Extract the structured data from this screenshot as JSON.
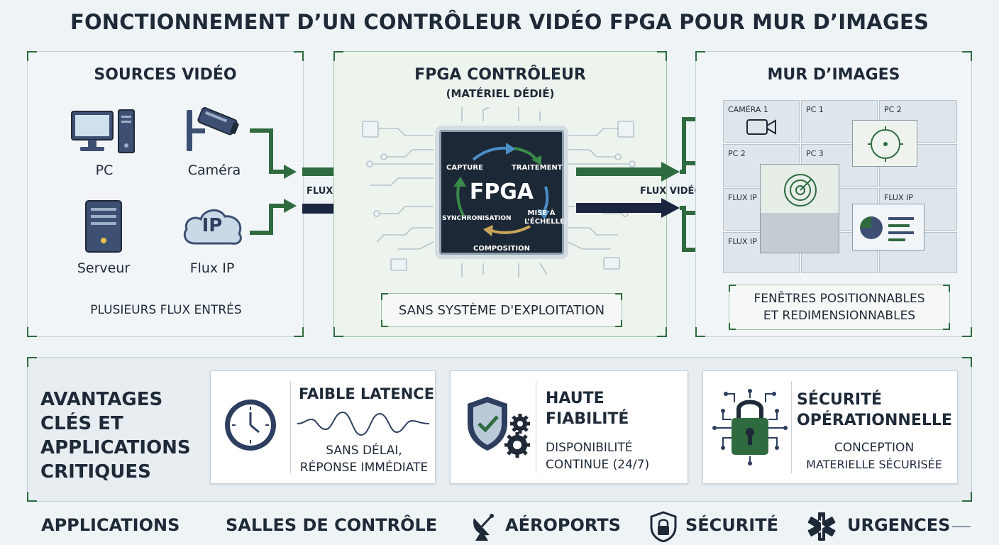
{
  "title": "FONCTIONNEMENT D’UN CONTRÔLEUR VIDÉO FPGA POUR MUR D’IMAGES",
  "sources": {
    "title": "SOURCES VIDÉO",
    "items": [
      "PC",
      "Caméra",
      "Serveur",
      "Flux IP"
    ],
    "ip_icon_text": "IP",
    "footer": "PLUSIEURS FLUX ENTRÉS"
  },
  "fpga": {
    "title": "FPGA CONTRÔLEUR",
    "subtitle": "(MATÉRIEL DÉDIÉ)",
    "chip_label": "FPGA",
    "steps": [
      "CAPTURE",
      "TRAITEMENT",
      "MISE À L’ÉCHELLE",
      "COMPOSITION",
      "SYNCHRONISATION"
    ],
    "footer": "SANS SYSTÈME D'EXPLOITATION"
  },
  "flux_in": "FLUX VIDÉO",
  "flux_out": "FLUX VIDÉO",
  "wall": {
    "title": "MUR D’IMAGES",
    "cells": [
      "CAMÉRA 1",
      "PC 1",
      "PC 2",
      "PC 2",
      "PC 3",
      "FLUX IP",
      "FLUX IP",
      "FLUX IP"
    ],
    "footer_line1": "FENÊTRES POSITIONNABLES",
    "footer_line2": "ET REDIMENSIONNABLES"
  },
  "advantages": {
    "heading_lines": [
      "AVANTAGES",
      "CLÉS ET",
      "APPLICATIONS",
      "CRITIQUES"
    ],
    "cards": [
      {
        "title": "FAIBLE LATENCE",
        "sub1": "SANS DÉLAI,",
        "sub2": "RÉPONSE IMMÉDIATE",
        "icon": "clock-icon"
      },
      {
        "title1": "HAUTE",
        "title2": "FIABILITÉ",
        "sub1": "DISPONIBILITÉ",
        "sub2": "CONTINUE (24/7)",
        "icon": "shield-check-icon"
      },
      {
        "title1": "SÉCURITÉ",
        "title2": "OPÉRATIONNELLE",
        "sub1": "CONCEPTION",
        "sub2": "MATERIELLE SÉCURISÉE",
        "icon": "padlock-icon"
      }
    ]
  },
  "applications": {
    "label": "APPLICATIONS",
    "items": [
      "SALLES DE CONTRÔLE",
      "AÉROPORTS",
      "SÉCURITÉ",
      "URGENCES"
    ]
  },
  "colors": {
    "green": "#2f6b3f",
    "navy": "#1b2540",
    "chip": "#1d2836",
    "card_bg": "#ffffff",
    "bg": "#eef3f6"
  }
}
